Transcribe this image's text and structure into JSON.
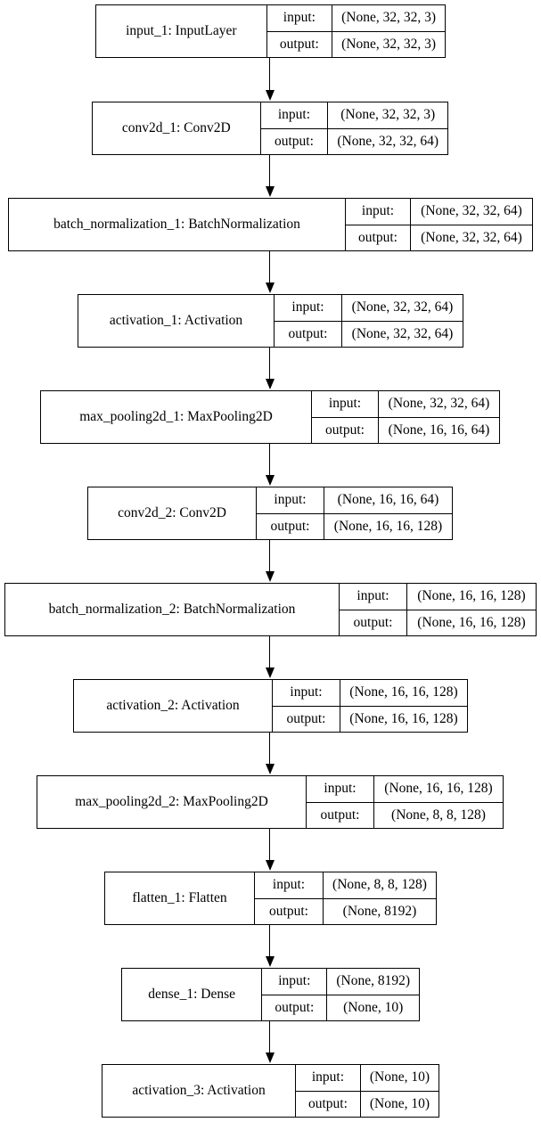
{
  "layers": [
    {
      "name": "input_1: InputLayer",
      "input_label": "input:",
      "output_label": "output:",
      "input": "(None, 32, 32, 3)",
      "output": "(None, 32, 32, 3)"
    },
    {
      "name": "conv2d_1: Conv2D",
      "input_label": "input:",
      "output_label": "output:",
      "input": "(None, 32, 32, 3)",
      "output": "(None, 32, 32, 64)"
    },
    {
      "name": "batch_normalization_1: BatchNormalization",
      "input_label": "input:",
      "output_label": "output:",
      "input": "(None, 32, 32, 64)",
      "output": "(None, 32, 32, 64)"
    },
    {
      "name": "activation_1: Activation",
      "input_label": "input:",
      "output_label": "output:",
      "input": "(None, 32, 32, 64)",
      "output": "(None, 32, 32, 64)"
    },
    {
      "name": "max_pooling2d_1: MaxPooling2D",
      "input_label": "input:",
      "output_label": "output:",
      "input": "(None, 32, 32, 64)",
      "output": "(None, 16, 16, 64)"
    },
    {
      "name": "conv2d_2: Conv2D",
      "input_label": "input:",
      "output_label": "output:",
      "input": "(None, 16, 16, 64)",
      "output": "(None, 16, 16, 128)"
    },
    {
      "name": "batch_normalization_2: BatchNormalization",
      "input_label": "input:",
      "output_label": "output:",
      "input": "(None, 16, 16, 128)",
      "output": "(None, 16, 16, 128)"
    },
    {
      "name": "activation_2: Activation",
      "input_label": "input:",
      "output_label": "output:",
      "input": "(None, 16, 16, 128)",
      "output": "(None, 16, 16, 128)"
    },
    {
      "name": "max_pooling2d_2: MaxPooling2D",
      "input_label": "input:",
      "output_label": "output:",
      "input": "(None, 16, 16, 128)",
      "output": "(None, 8, 8, 128)"
    },
    {
      "name": "flatten_1: Flatten",
      "input_label": "input:",
      "output_label": "output:",
      "input": "(None, 8, 8, 128)",
      "output": "(None, 8192)"
    },
    {
      "name": "dense_1: Dense",
      "input_label": "input:",
      "output_label": "output:",
      "input": "(None, 8192)",
      "output": "(None, 10)"
    },
    {
      "name": "activation_3: Activation",
      "input_label": "input:",
      "output_label": "output:",
      "input": "(None, 10)",
      "output": "(None, 10)"
    }
  ]
}
